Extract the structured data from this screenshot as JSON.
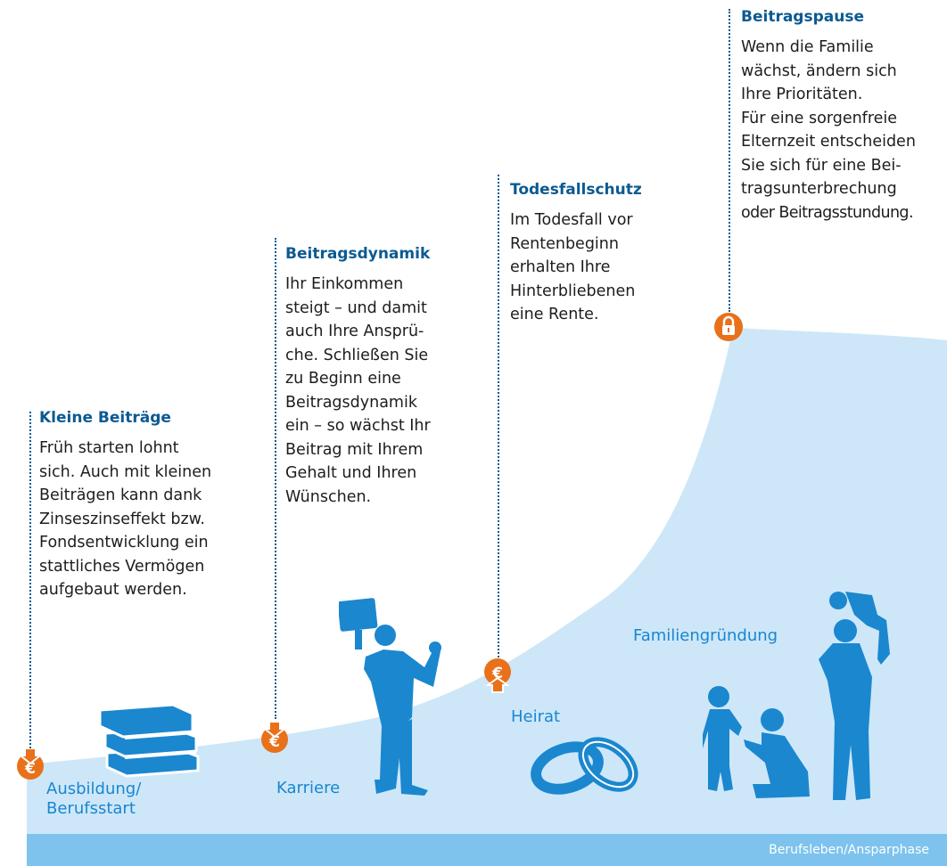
{
  "milestones": [
    {
      "title": "Kleine Beiträge",
      "lines": [
        "Früh starten lohnt",
        "sich. Auch mit kleinen",
        "Beiträgen kann dank",
        "Zinseszinseffekt bzw.",
        "Fondsentwicklung ein",
        "stattliches Vermögen",
        "aufgebaut werden."
      ]
    },
    {
      "title": "Beitragsdynamik",
      "lines": [
        "Ihr Einkommen",
        "steigt – und damit",
        "auch Ihre Ansprü-",
        "che. Schließen Sie",
        "zu Beginn eine",
        "Beitragsdynamik",
        "ein – so wächst Ihr",
        "Beitrag mit Ihrem",
        "Gehalt und Ihren",
        "Wünschen."
      ]
    },
    {
      "title": "Todesfallschutz",
      "lines": [
        "Im Todesfall vor",
        "Rentenbeginn",
        "erhalten Ihre",
        "Hinterbliebenen",
        "eine Rente."
      ]
    },
    {
      "title": "Beitragspause",
      "lines": [
        "Wenn die Familie",
        "wächst, ändern sich",
        "Ihre Prioritäten.",
        "Für eine sorgenfreie",
        "Elternzeit entscheiden",
        "Sie sich für eine Bei-",
        "tragsunterbrechung",
        "oder Beitragsstundung."
      ]
    }
  ],
  "stages": {
    "ausbildung": [
      "Ausbildung/",
      "Berufsstart"
    ],
    "karriere": "Karriere",
    "heirat": "Heirat",
    "familie": "Familiengründung"
  },
  "phase_label": "Berufsleben/Ansparphase",
  "icons": [
    "euro-down-icon",
    "euro-down-icon",
    "euro-up-icon",
    "lock-icon",
    "books-icon",
    "rings-icon",
    "businessman-icon",
    "family-icon"
  ],
  "colors": {
    "curve": "#cde7f9",
    "bar": "#7dc3ee",
    "orange": "#e8711a",
    "title": "#0b5a92",
    "stage": "#1a86cf",
    "figure": "#1b87cf"
  }
}
